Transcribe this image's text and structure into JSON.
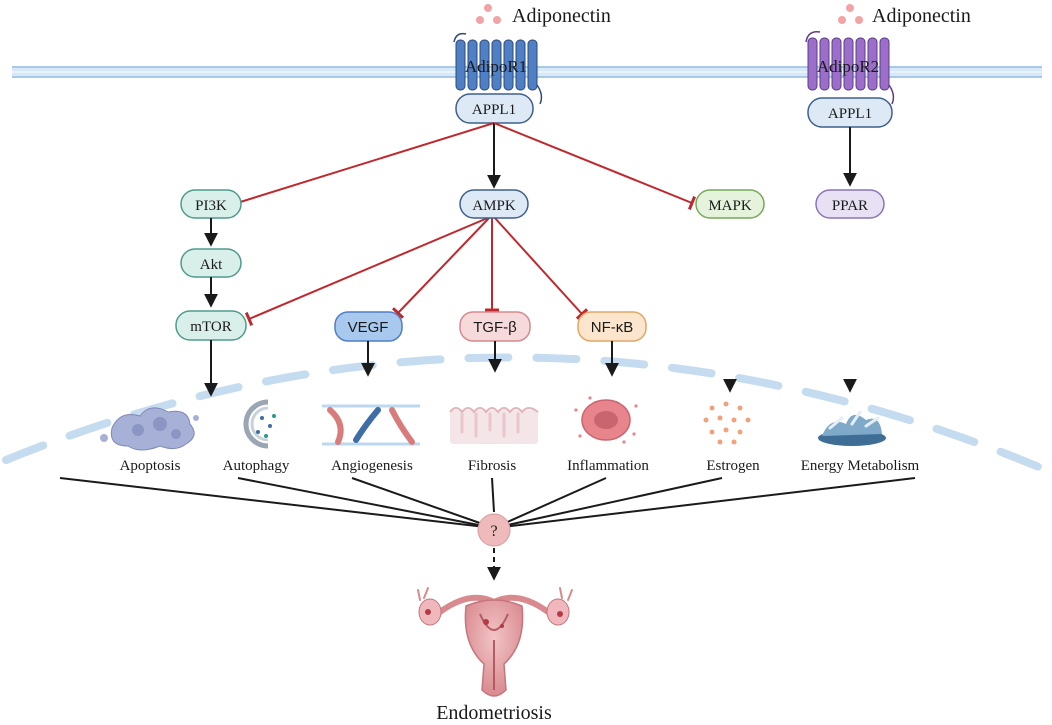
{
  "ligand_label": "Adiponectin",
  "receptors": [
    {
      "label": "AdipoR1",
      "adaptor": "APPL1"
    },
    {
      "label": "AdipoR2",
      "adaptor": "APPL1"
    }
  ],
  "pathway_nodes": {
    "pi3k": "PI3K",
    "ampk": "AMPK",
    "mapk": "MAPK",
    "ppar": "PPAR",
    "akt": "Akt",
    "mtor": "mTOR",
    "vegf": "VEGF",
    "tgfb": "TGF-β",
    "nfkb": "NF-κB"
  },
  "outcomes": [
    "Apoptosis",
    "Autophagy",
    "Angiogenesis",
    "Fibrosis",
    "Inflammation",
    "Estrogen",
    "Energy Metabolism"
  ],
  "unknown_link": "?",
  "disease_label": "Endometriosis",
  "colors": {
    "activation": "#1a1a1a",
    "inhibition": "#c0282d",
    "membrane": "#bcd8f0",
    "adipor1": "#4f7fc4",
    "adipor2": "#9a6ec9"
  }
}
